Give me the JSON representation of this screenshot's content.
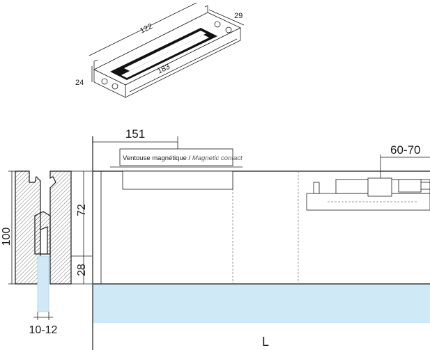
{
  "iso_view": {
    "dim_length_top": "122",
    "dim_width": "29",
    "dim_height": "24",
    "dim_length_bottom": "183"
  },
  "front_view": {
    "dim_magnet_offset": "151",
    "label_fr": "Ventouse magnétique",
    "label_separator": " / ",
    "label_en": "Magnetic contact",
    "dim_range": "60-70",
    "dim_length": "L"
  },
  "section_view": {
    "dim_total_height": "100",
    "dim_upper": "72",
    "dim_lower": "28",
    "dim_glass": "10-12"
  },
  "colors": {
    "glass": "#cfe9f7",
    "glass_edge": "#a7d3ec",
    "line": "#1a1a1a",
    "black_strip": "#111111"
  }
}
